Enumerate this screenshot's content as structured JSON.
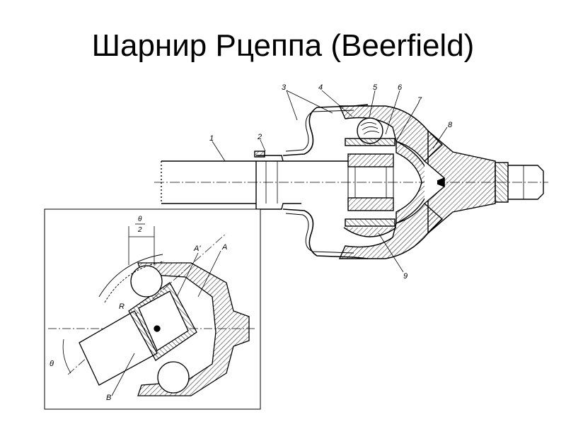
{
  "slide": {
    "title": "Шарнир Рцеппа (Beerfield)"
  },
  "main_drawing": {
    "part_labels": [
      "1",
      "2",
      "3",
      "4",
      "5",
      "6",
      "7",
      "8",
      "9"
    ]
  },
  "inset_drawing": {
    "half_angle_label_top": "θ",
    "half_angle_label_bottom": "2",
    "angle_label": "θ",
    "point_A_prime": "A'",
    "point_A": "A",
    "point_B": "B",
    "radius_label": "R"
  },
  "colors": {
    "line": "#000000",
    "background": "#ffffff"
  }
}
